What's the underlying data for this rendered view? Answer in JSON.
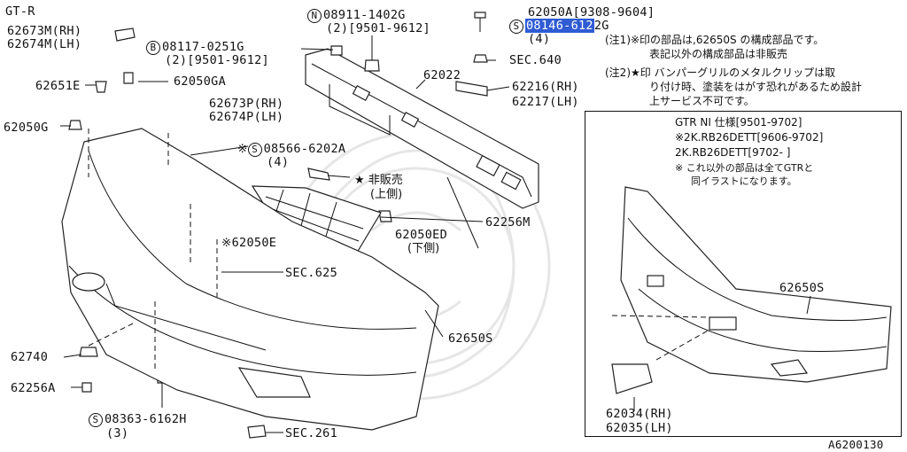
{
  "title": "GT-R",
  "figure_code": "A6200130",
  "labels": {
    "p62673m": "62673M(RH)",
    "p62674m": "62674M(LH)",
    "p62651e": "62651E",
    "p62050ga": "62050GA",
    "p62050g": "62050G",
    "b08117": "08117-0251G",
    "b08117_q": "(2)[9501-9612]",
    "n08911": "08911-1402G",
    "n08911_q": "(2)[9501-9612]",
    "p62050a": "62050A[9308-9604]",
    "s08146_pre": "08146-612",
    "s08146_post": "2G",
    "s08146_q": "(4)",
    "sec640": "SEC.640",
    "p62022": "62022",
    "p62216": "62216(RH)",
    "p62217": "62217(LH)",
    "p62673p": "62673P(RH)",
    "p62674p": "62674P(LH)",
    "s08566": "08566-6202A",
    "s08566_q": "(4)",
    "not_sold": "非販売",
    "upper": "(上側)",
    "p62050e": "62050E",
    "p62050ed": "62050ED",
    "lower": "(下側)",
    "p62256m": "62256M",
    "sec625": "SEC.625",
    "p62650s": "62650S",
    "p62740": "62740",
    "p62256a": "62256A",
    "s08363": "08363-6162H",
    "s08363_q": "(3)",
    "sec261": "SEC.261",
    "inset_62650s": "62650S",
    "inset_62034": "62034(RH)",
    "inset_62035": "62035(LH)"
  },
  "symbols": {
    "N": "N",
    "B": "B",
    "S": "S",
    "note_mark": "※",
    "star": "★"
  },
  "notes": {
    "n1_line1": "(注1)※印の部品は,62650S の構成部品です。",
    "n1_line2": "表記以外の構成部品は非販売",
    "n2_line1": "(注2)★印 バンパーグリルのメタルクリップは取",
    "n2_line2": "り付け時、塗装をはがす恐れがあるため設計",
    "n2_line3": "上サービス不可です。"
  },
  "inset_header": {
    "line1": "GTR NI 仕様[9501-9702]",
    "line2": "※2K.RB26DETT[9606-9702]",
    "line3": "2K.RB26DETT[9702-      ]",
    "line4": "※ これ以外の部品は全てGTRと",
    "line5": "同イラストになります。"
  }
}
